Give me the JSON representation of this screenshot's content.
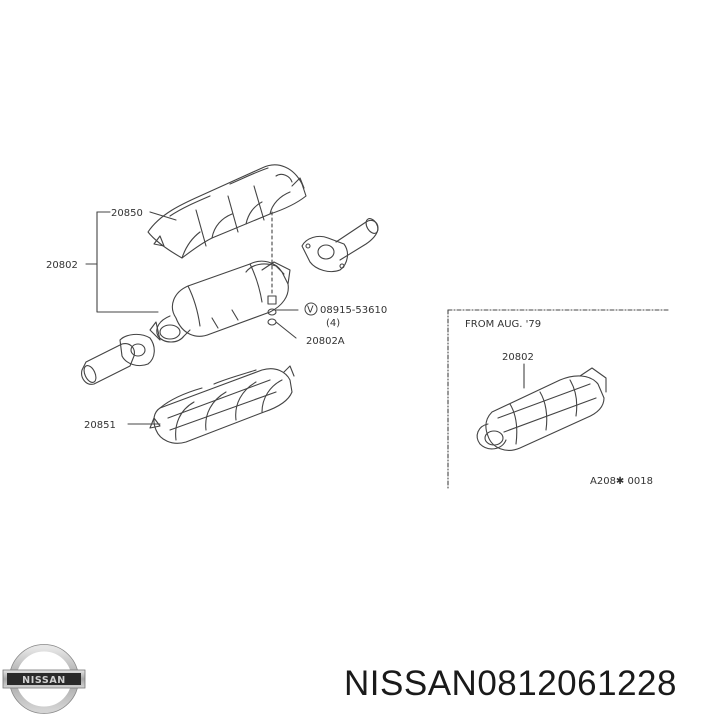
{
  "callouts": {
    "p20850": "20850",
    "p20802": "20802",
    "p20851": "20851",
    "p20802A": "20802A",
    "bolt_symbol": "V",
    "bolt_part": "08915-53610",
    "bolt_qty": "(4)",
    "inset_part": "20802"
  },
  "inset": {
    "note": "FROM AUG. '79"
  },
  "diagram_ref": "A208✱ 0018",
  "footer": {
    "brand": "NISSAN",
    "part_number": "0812061228"
  },
  "logo": {
    "text": "NISSAN"
  },
  "colors": {
    "line": "#444444",
    "text": "#333333",
    "logo_fill": "#b8b8b8",
    "logo_dark": "#2a2a2a"
  }
}
